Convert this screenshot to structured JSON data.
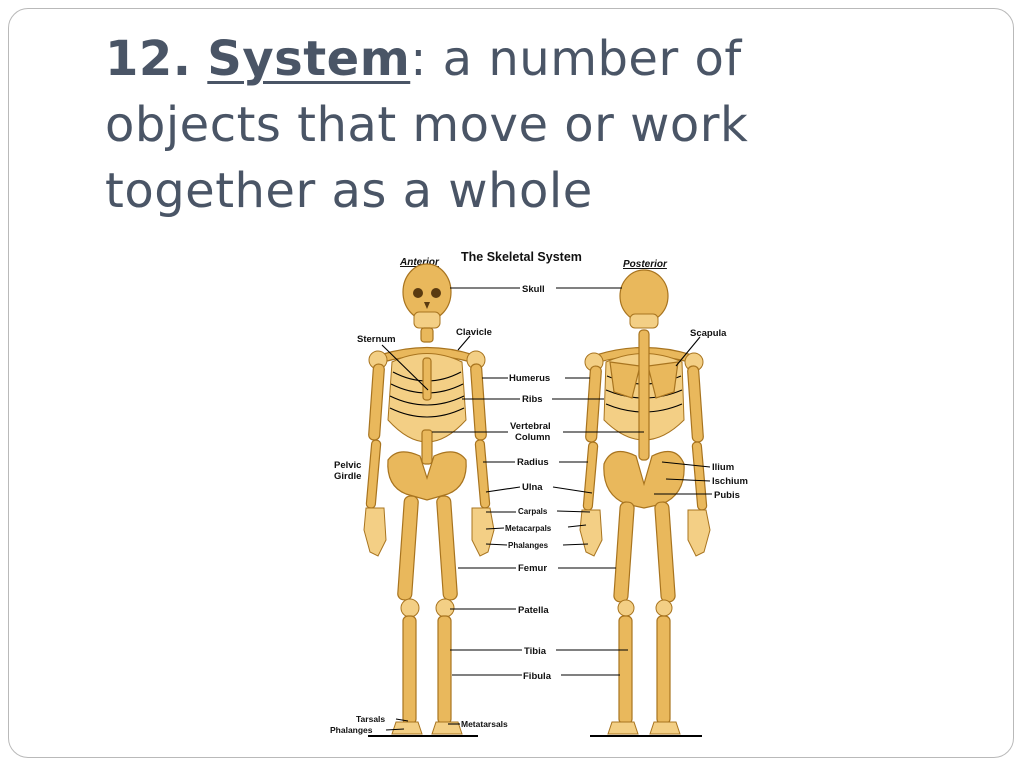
{
  "slide": {
    "number": "12.",
    "term": "System",
    "definition": ": a number of objects that move or work together as a whole"
  },
  "diagram": {
    "title": "The Skeletal System",
    "view_left": "Anterior",
    "view_right": "Posterior",
    "labels": {
      "skull": "Skull",
      "clavicle": "Clavicle",
      "sternum": "Sternum",
      "scapula": "Scapula",
      "humerus": "Humerus",
      "ribs": "Ribs",
      "vertebral1": "Vertebral",
      "vertebral2": "Column",
      "pelvic1": "Pelvic",
      "pelvic2": "Girdle",
      "radius": "Radius",
      "ilium": "Ilium",
      "ischium": "Ischium",
      "pubis": "Pubis",
      "ulna": "Ulna",
      "carpals": "Carpals",
      "metacarpals": "Metacarpals",
      "phalanges": "Phalanges",
      "femur": "Femur",
      "patella": "Patella",
      "tibia": "Tibia",
      "fibula": "Fibula",
      "tarsals": "Tarsals",
      "phalanges_foot": "Phalanges",
      "metatarsals": "Metatarsals"
    }
  }
}
